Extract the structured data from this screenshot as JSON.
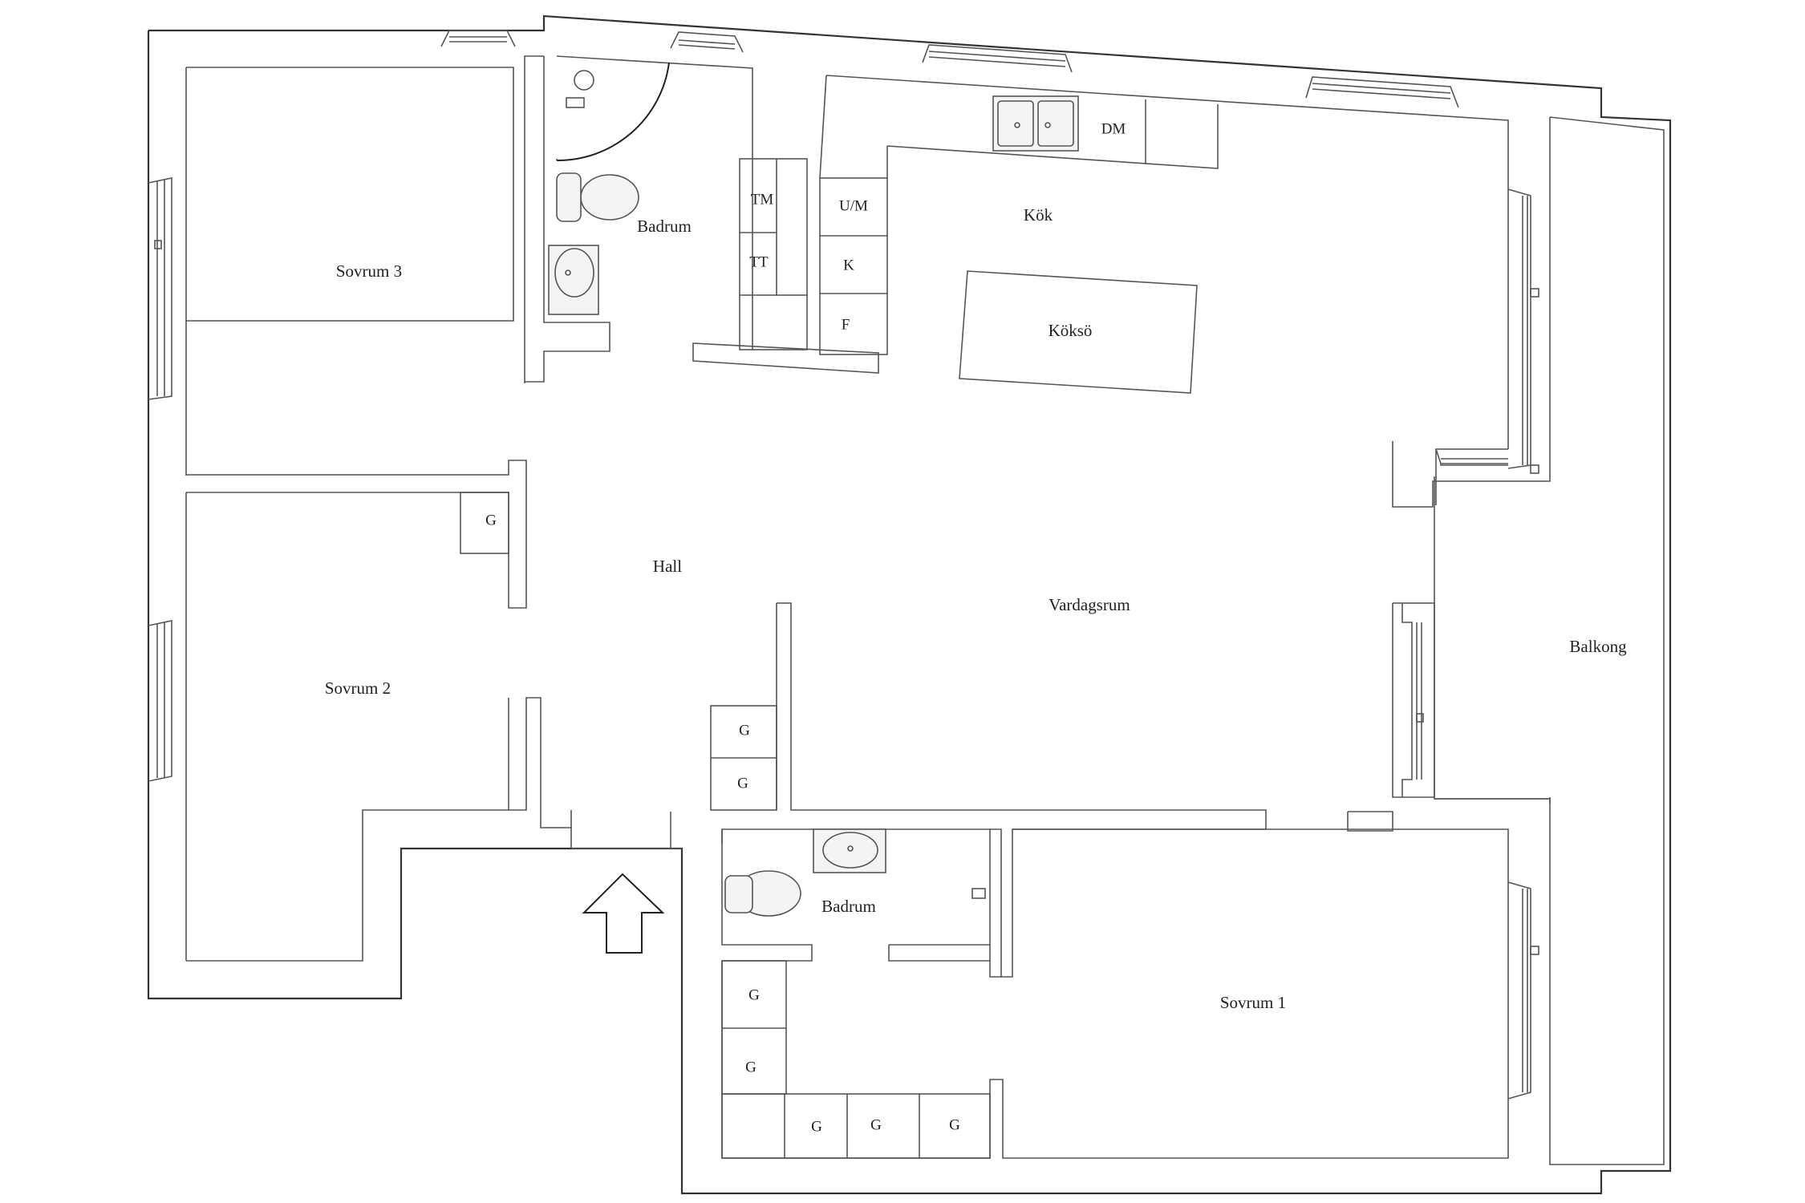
{
  "rooms": {
    "sovrum3": "Sovrum 3",
    "sovrum2": "Sovrum 2",
    "sovrum1": "Sovrum 1",
    "badrum_top": "Badrum",
    "badrum_bottom": "Badrum",
    "kok": "Kök",
    "koksoe": "Köksö",
    "hall": "Hall",
    "vardagsrum": "Vardagsrum",
    "balkong": "Balkong"
  },
  "fixtures": {
    "dm": "DM",
    "um": "U/M",
    "k": "K",
    "f": "F",
    "tm": "TM",
    "tt": "TT",
    "g": "G"
  }
}
